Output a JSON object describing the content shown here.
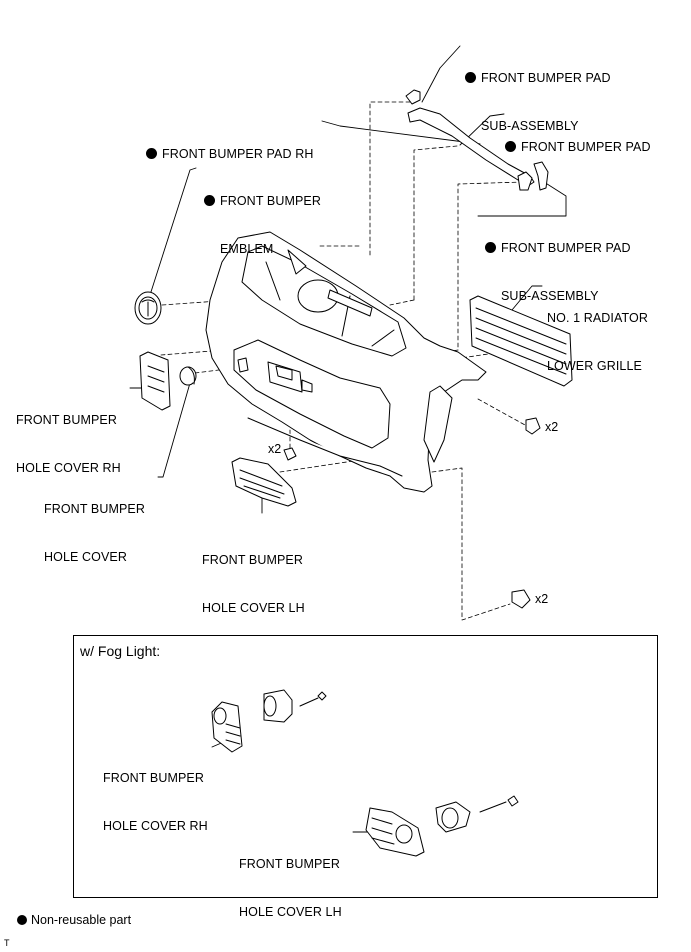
{
  "labels": {
    "pad_sub_assembly_top": [
      "FRONT BUMPER PAD",
      "SUB-ASSEMBLY"
    ],
    "pad_rh": [
      "FRONT BUMPER PAD RH"
    ],
    "pad": [
      "FRONT BUMPER PAD"
    ],
    "emblem": [
      "FRONT BUMPER",
      "EMBLEM"
    ],
    "pad_sub_assembly_mid": [
      "FRONT BUMPER PAD",
      "SUB-ASSEMBLY"
    ],
    "radiator_grille": [
      "NO. 1 RADIATOR",
      "LOWER GRILLE"
    ],
    "hole_cover_rh": [
      "FRONT BUMPER",
      "HOLE COVER RH"
    ],
    "hole_cover": [
      "FRONT BUMPER",
      "HOLE COVER"
    ],
    "hole_cover_lh": [
      "FRONT BUMPER",
      "HOLE COVER LH"
    ],
    "fog_hole_cover_rh": [
      "FRONT BUMPER",
      "HOLE COVER RH"
    ],
    "fog_hole_cover_lh": [
      "FRONT BUMPER",
      "HOLE COVER LH"
    ]
  },
  "quantities": {
    "clip_right": "x2",
    "nut_lower_left": "x2",
    "clip_bottom": "x2"
  },
  "fog_light_box": {
    "title": "w/ Fog Light:"
  },
  "legend": {
    "non_reusable": "Non-reusable part"
  },
  "footer_mark": "T",
  "colors": {
    "line": "#000000",
    "background": "#ffffff",
    "fill": "#ffffff"
  }
}
